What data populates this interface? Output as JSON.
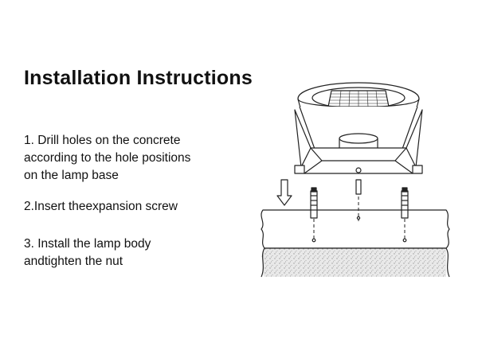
{
  "title": "Installation Instructions",
  "steps": [
    "1. Drill holes on the concrete\naccording to the hole positions\non the lamp base",
    "2.Insert theexpansion screw",
    "3. Install the lamp body\nandtighten the nut"
  ],
  "illustration": {
    "icon": "solar-lamp-installation-diagram-icon",
    "line_color": "#222222",
    "concrete_fill": "#e6e6e6"
  }
}
